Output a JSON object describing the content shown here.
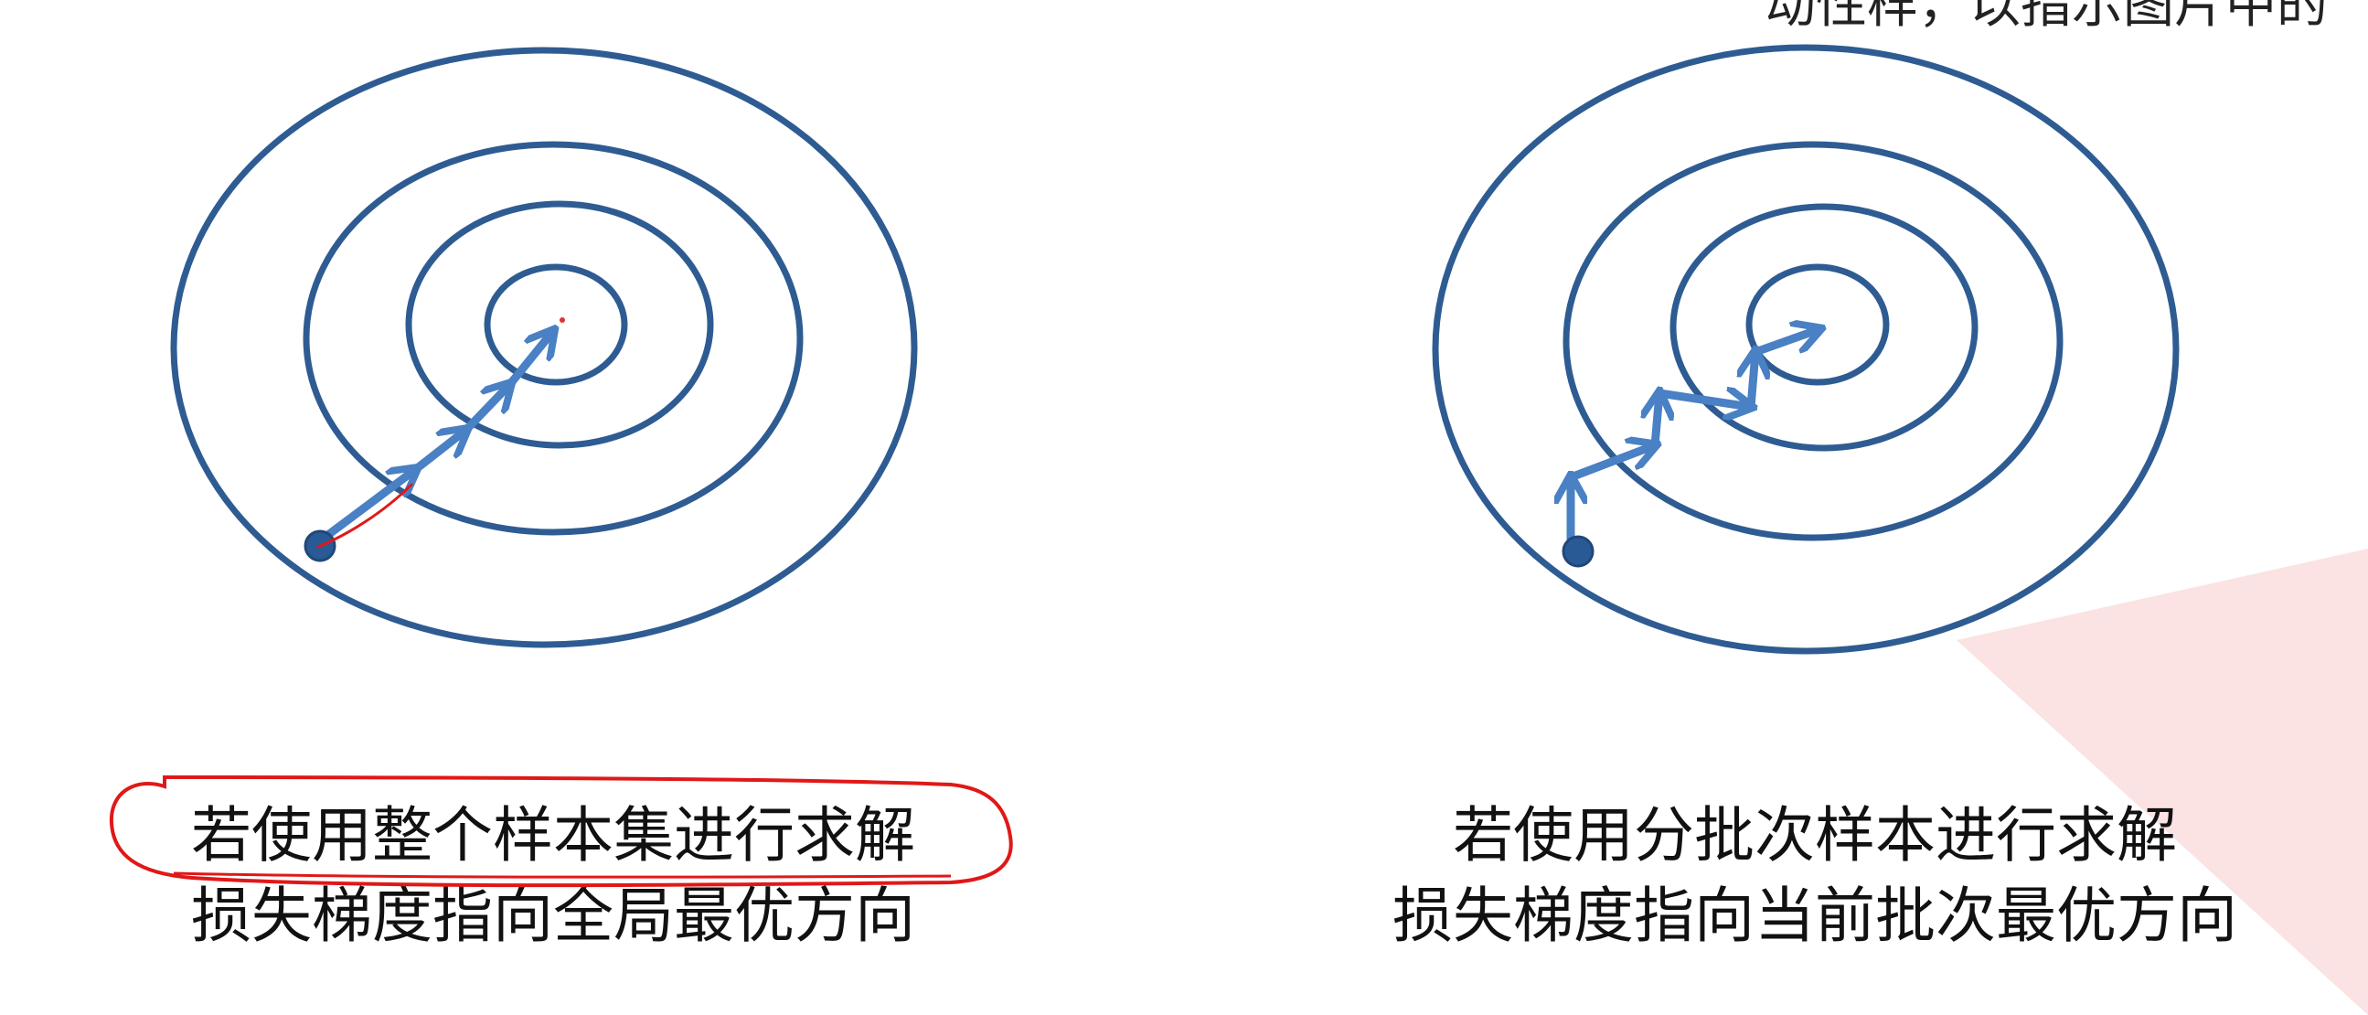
{
  "header": {
    "partial_text": "动性样，以指示图片中的"
  },
  "colors": {
    "contour": "#2e5c92",
    "arrow": "#4a80c4",
    "start_dot": "#2a5a96",
    "annotation_red": "#e01818",
    "wedge": "#fbe4e4"
  },
  "panels": [
    {
      "id": "full-batch",
      "caption_line1": "若使用整个样本集进行求解",
      "caption_line2": "损失梯度指向全局最优方向"
    },
    {
      "id": "mini-batch",
      "caption_line1": "若使用分批次样本进行求解",
      "caption_line2": "损失梯度指向当前批次最优方向"
    }
  ]
}
